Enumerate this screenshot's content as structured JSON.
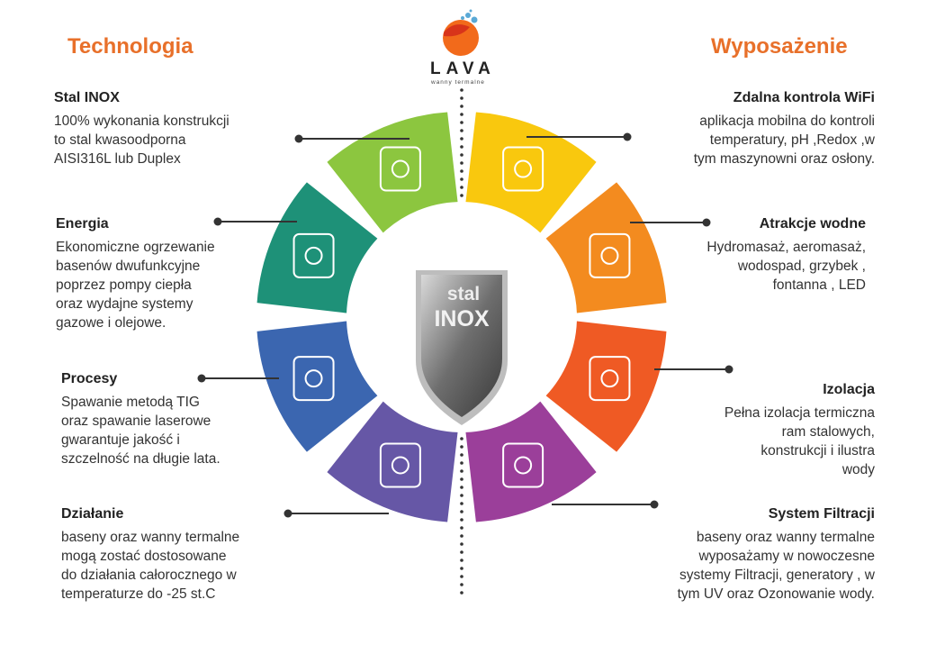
{
  "brand": {
    "name": "LAVA",
    "tagline": "wanny termalne"
  },
  "left_title": "Technologia",
  "right_title": "Wyposażenie",
  "center_badge": {
    "line1": "stal",
    "line2": "INOX"
  },
  "left": [
    {
      "heading": "Stal INOX",
      "body": "100%  wykonania konstrukcji\nto stal kwasoodporna\n AISI316L lub Duplex"
    },
    {
      "heading": "Energia",
      "body": "Ekonomiczne ogrzewanie\nbasenów dwufunkcyjne\npoprzez pompy ciepła\noraz wydajne systemy\ngazowe i olejowe."
    },
    {
      "heading": "Procesy",
      "body": "Spawanie metodą TIG\noraz spawanie laserowe\ngwarantuje  jakość i\nszczelność  na długie lata."
    },
    {
      "heading": "Działanie",
      "body": "baseny oraz wanny  termalne\nmogą zostać dostosowane\ndo  działania całorocznego  w\ntemperaturze do -25 st.C"
    }
  ],
  "right": [
    {
      "heading": "Zdalna kontrola  WiFi",
      "body": "aplikacja mobilna do  kontroli\ntemperatury, pH ,Redox ,w\ntym  maszynowni oraz osłony."
    },
    {
      "heading": "Atrakcje  wodne",
      "body": "Hydromasaż, aeromasaż,\nwodospad, grzybek ,\nfontanna , LED"
    },
    {
      "heading": "Izolacja",
      "body": "Pełna  izolacja termiczna\nram stalowych,\nkonstrukcji i ilustra\nwody"
    },
    {
      "heading": "System  Filtracji",
      "body": "baseny oraz wanny termalne\nwyposażamy w nowoczesne\nsystemy Filtracji, generatory , w\ntym UV  oraz Ozonowanie wody."
    }
  ],
  "segments": [
    {
      "name": "wifi",
      "color": "#f9c80e",
      "icon": "phone-icon"
    },
    {
      "name": "water",
      "color": "#f38b1f",
      "icon": "person-bubbles-icon"
    },
    {
      "name": "insulation",
      "color": "#ef5a24",
      "icon": "thermometer-icon"
    },
    {
      "name": "filtration",
      "color": "#9b3f9a",
      "icon": "filter-icon"
    },
    {
      "name": "operation",
      "color": "#6657a6",
      "icon": "gear-arrows-icon"
    },
    {
      "name": "processes",
      "color": "#3b66b0",
      "icon": "welder-icon"
    },
    {
      "name": "energy",
      "color": "#1e9178",
      "icon": "bulb-plant-icon"
    },
    {
      "name": "steel",
      "color": "#8cc63f",
      "icon": "steel-profile-icon"
    }
  ],
  "colors": {
    "accent": "#e8702a",
    "line": "#333333"
  }
}
